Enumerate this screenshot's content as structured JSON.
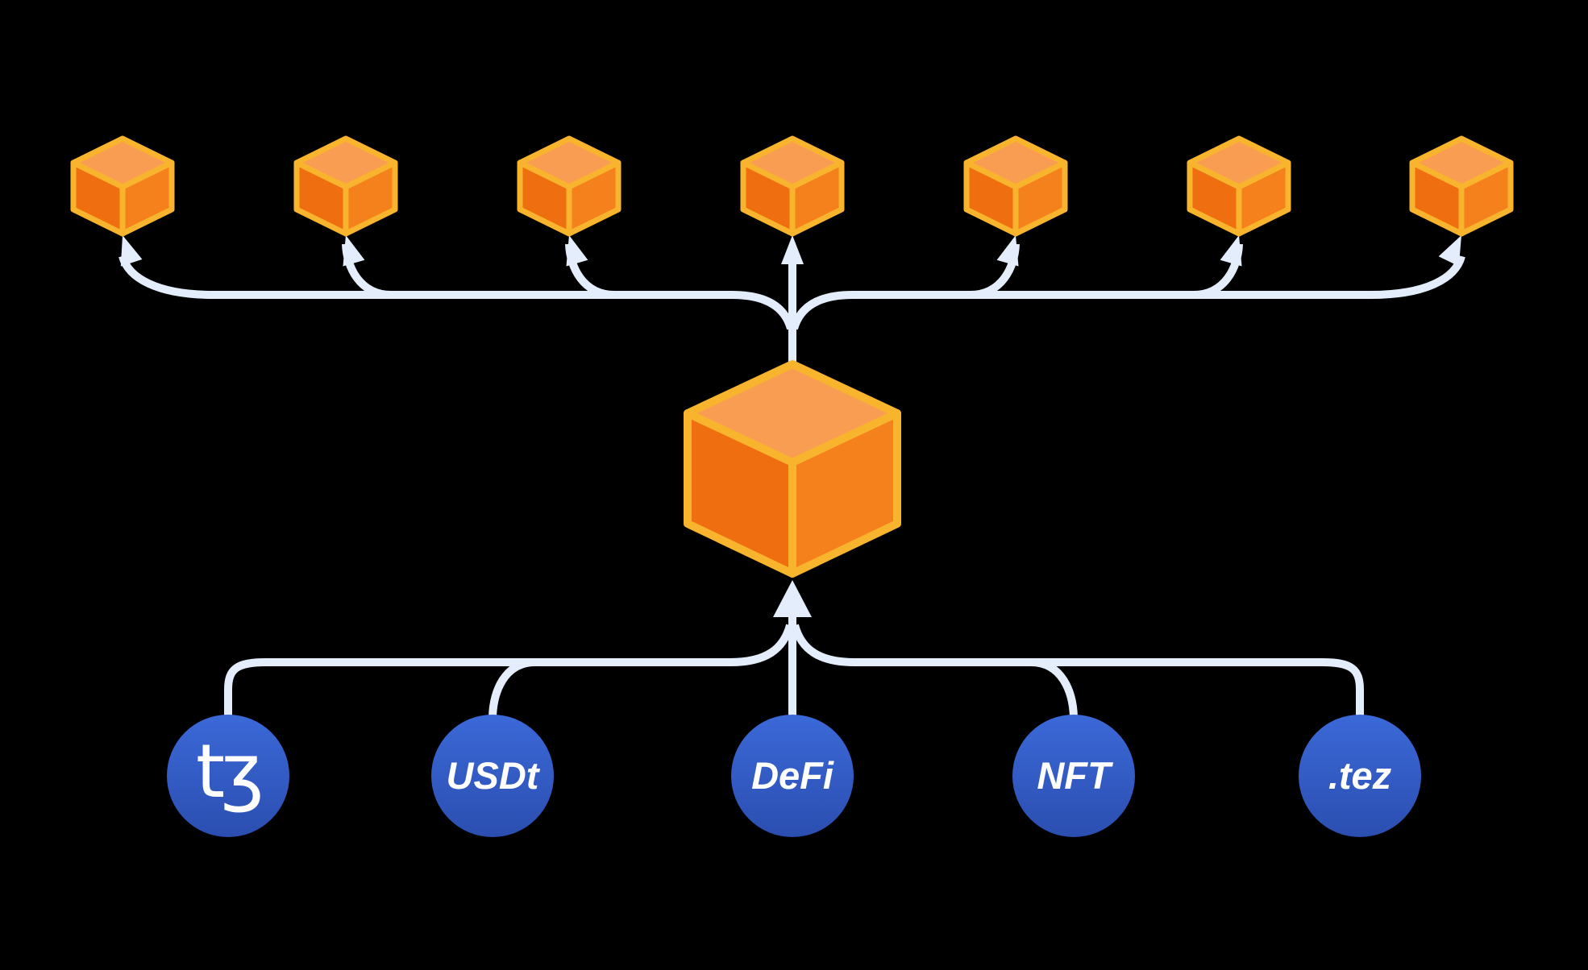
{
  "canvas": {
    "background": "#000000"
  },
  "colors": {
    "bg": "#000000",
    "line": "#E3EDFB",
    "cube_stroke": "#F9B42E",
    "cube_top_face": "#F99D52",
    "cube_left_face": "#EE6E10",
    "cube_right_face": "#F4811C",
    "app_circle_top": "#3B69D8",
    "app_circle_bottom": "#2B4EB0",
    "app_label": "#FFFFFF"
  },
  "chain_blocks": {
    "count": 7,
    "description": "row of small orange isometric cubes, each receiving an upward arrow"
  },
  "central_block": {
    "count": 1,
    "description": "large orange isometric cube receiving an upward arrow from below"
  },
  "apps": {
    "items": [
      {
        "id": "tezos",
        "symbol": "ꜩ",
        "display": "tʒ"
      },
      {
        "id": "usdt",
        "label": "USDt"
      },
      {
        "id": "defi",
        "label": "DeFi"
      },
      {
        "id": "nft",
        "label": "NFT"
      },
      {
        "id": "tez-domains",
        "label": ".tez"
      }
    ]
  }
}
